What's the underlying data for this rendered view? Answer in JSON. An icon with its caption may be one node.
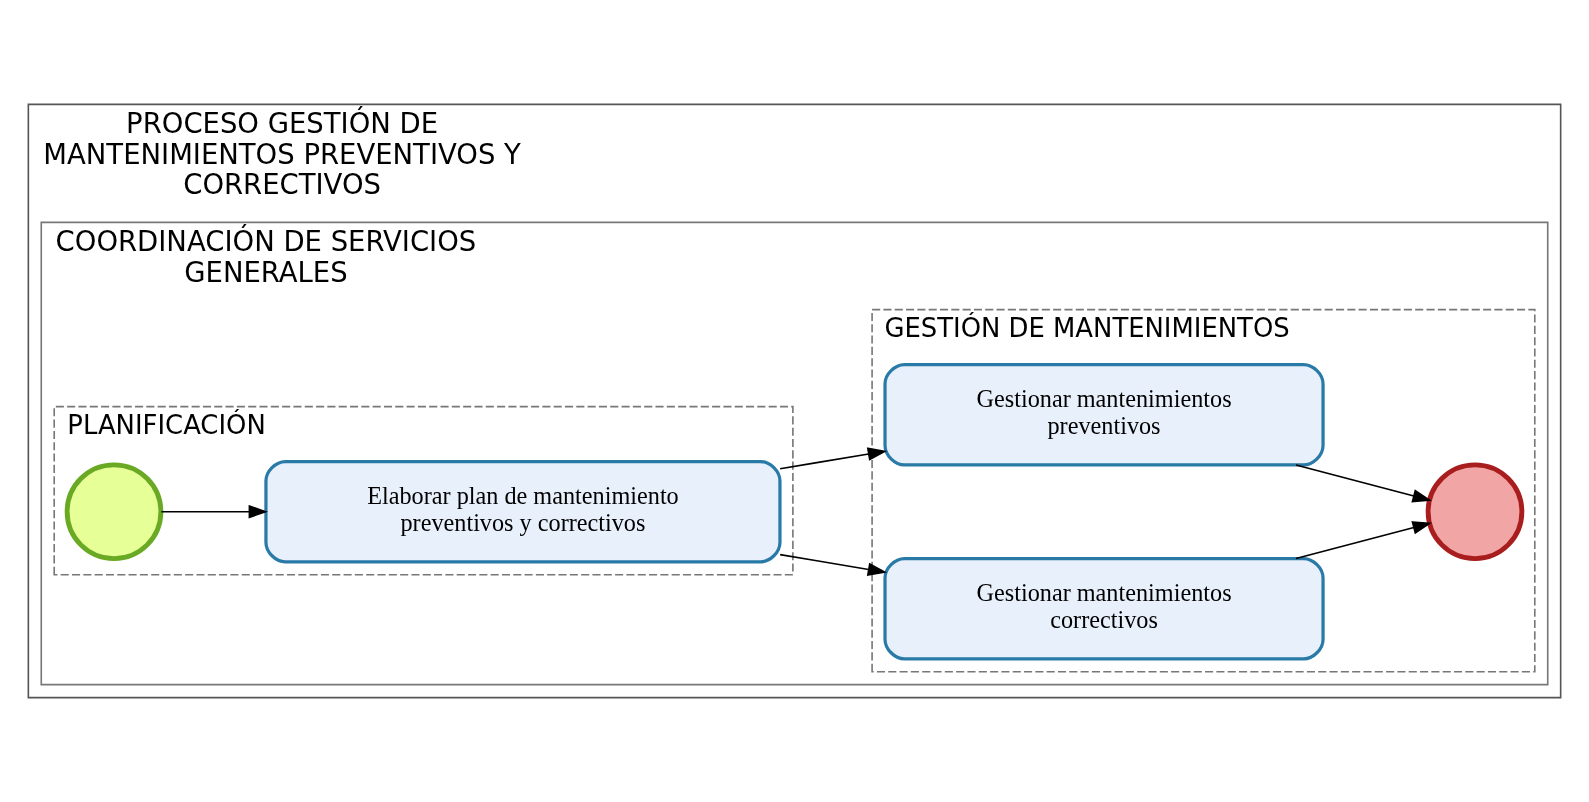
{
  "diagram": {
    "nodes": [
      {
        "text": [
          "PROCESO GESTIÓN DE MANTENIMIENTOS PREVENTIVOS Y CORRECTIVOS"
        ]
      },
      {
        "text": [
          "COORDINACIÓN DE SERVICIOS GENERALES"
        ],
        "in": 0
      },
      {
        "text": [
          "PLANIFICACIÓN"
        ],
        "in": 1
      },
      {
        "text": [
          "GESTIÓN DE MANTENIMIENTOS"
        ],
        "in": 1
      },
      {
        "text": [],
        "shape": "circle",
        "in": 2
      },
      {
        "text": [
          "Elaborar plan de mantenimiento preventivos y correctivos"
        ],
        "in": 2
      },
      {
        "text": [
          "Gestionar mantenimientos preventivos"
        ],
        "in": 3
      },
      {
        "text": [
          "Gestionar mantenimientos correctivos"
        ],
        "in": 3
      },
      {
        "text": [],
        "shape": "circle",
        "in": 3
      }
    ],
    "edges": [
      {
        "from": 4,
        "to": 5,
        "arrow": "to"
      },
      {
        "from": 5,
        "to": 6,
        "arrow": "to"
      },
      {
        "from": 5,
        "to": 7,
        "arrow": "to"
      },
      {
        "from": 6,
        "to": 8,
        "arrow": "to"
      },
      {
        "from": 7,
        "to": 8,
        "arrow": "to"
      }
    ]
  }
}
